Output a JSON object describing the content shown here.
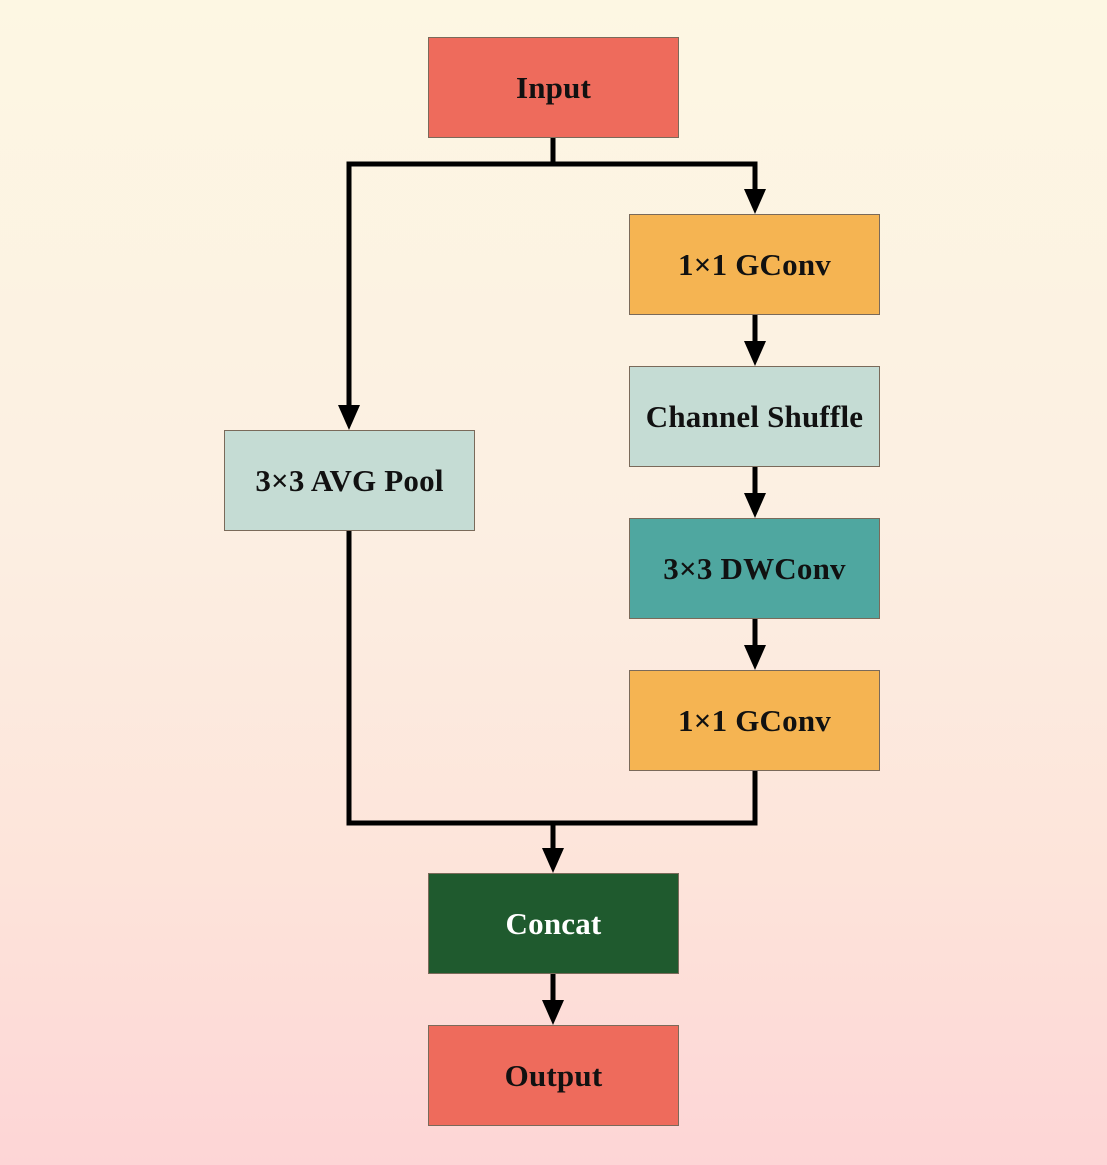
{
  "nodes": {
    "input": {
      "label": "Input",
      "color": "#ee6b5c"
    },
    "gconv1": {
      "label": "1×1 GConv",
      "color": "#f5b452"
    },
    "shuffle": {
      "label": "Channel Shuffle",
      "color": "#c5dcd4"
    },
    "dwconv": {
      "label": "3×3 DWConv",
      "color": "#4fa7a0"
    },
    "gconv2": {
      "label": "1×1 GConv",
      "color": "#f5b452"
    },
    "pool": {
      "label": "3×3 AVG Pool",
      "color": "#c5dcd4"
    },
    "concat": {
      "label": "Concat",
      "color": "#1f5a2e"
    },
    "output": {
      "label": "Output",
      "color": "#ee6b5c"
    }
  },
  "edges": [
    {
      "from": "input",
      "to": "gconv1"
    },
    {
      "from": "input",
      "to": "pool"
    },
    {
      "from": "gconv1",
      "to": "shuffle"
    },
    {
      "from": "shuffle",
      "to": "dwconv"
    },
    {
      "from": "dwconv",
      "to": "gconv2"
    },
    {
      "from": "pool",
      "to": "concat"
    },
    {
      "from": "gconv2",
      "to": "concat"
    },
    {
      "from": "concat",
      "to": "output"
    }
  ]
}
